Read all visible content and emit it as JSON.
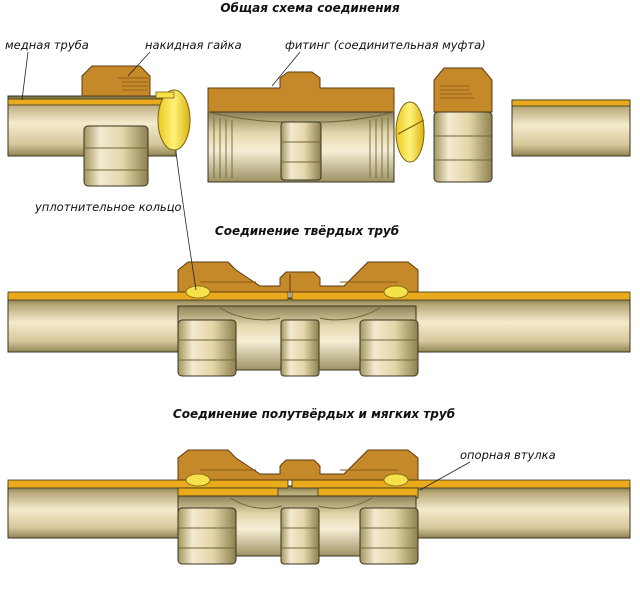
{
  "titles": {
    "general_scheme": "Общая схема соединения",
    "rigid_pipes": "Соединение твёрдых труб",
    "soft_pipes": "Соединение полутвёрдых и мягких труб"
  },
  "labels": {
    "copper_pipe": "медная труба",
    "union_nut": "накидная гайка",
    "fitting": "фитинг (соединительная муфта)",
    "sealing_ring": "уплотнительное кольцо",
    "support_sleeve": "опорная втулка"
  },
  "colors": {
    "brass": "#c6892a",
    "brass_dark": "#8a5a16",
    "pipe_band": "#e9ab1c",
    "tube_light": "#f1e6c4",
    "tube_mid": "#cdbb8e",
    "tube_dark": "#77703f",
    "ring_yellow": "#f7e14a",
    "outline": "#3a3420"
  }
}
